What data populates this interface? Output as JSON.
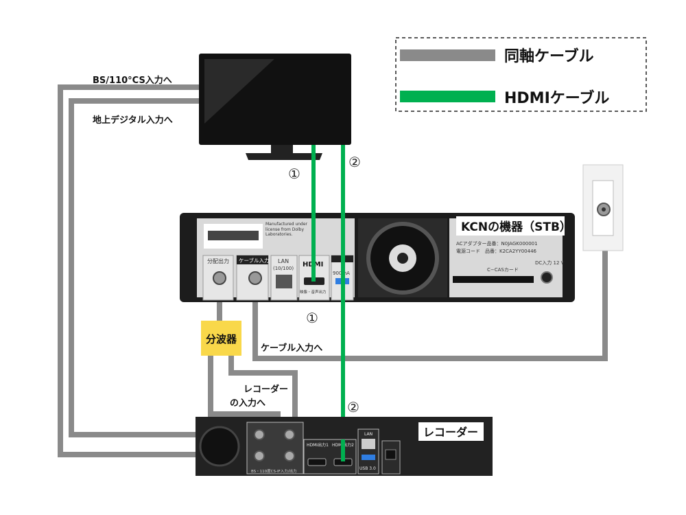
{
  "legend": {
    "coax_label": "同軸ケーブル",
    "hdmi_label": "HDMIケーブル",
    "coax_color": "#8a8a8a",
    "hdmi_color": "#00b050"
  },
  "labels": {
    "bs_input": "BS/110°CS入力へ",
    "terrestrial_input": "地上デジタル入力へ",
    "cable_input": "ケーブル入力へ",
    "recorder_input_line1": "レコーダー",
    "recorder_input_line2": "の入力へ",
    "num1_top": "①",
    "num2_top": "②",
    "num1_bottom": "①",
    "num2_bottom": "②"
  },
  "splitter": {
    "label": "分波器",
    "color": "#f9d84a"
  },
  "stb": {
    "title": "KCNの機器（STB）",
    "port_split_out": "分配出力",
    "port_cable_in": "ケーブル入力",
    "port_lan": "LAN",
    "port_lan_sub": "(10/100)",
    "port_hdmi": "HDMI",
    "port_hdmi_sub": "映像・音声出力",
    "usb_current": "900mA",
    "dolby_text": "Manufactured under license from Dolby Laboratories.",
    "adapter_text": "ACアダプター品番：N0JAGK000001",
    "cord_text": "電源コード　品番：K2CA2YY00446",
    "ccas": "C−CASカード",
    "dc": "DC入力 12 V"
  },
  "recorder": {
    "title": "レコーダー",
    "port_hdmi_out1": "HDMI出力1",
    "port_hdmi_out2": "HDMI出力2",
    "port_lan": "LAN",
    "port_usb": "USB 3.0",
    "port_bs": "BS・110度CS-IF入力/出力"
  }
}
